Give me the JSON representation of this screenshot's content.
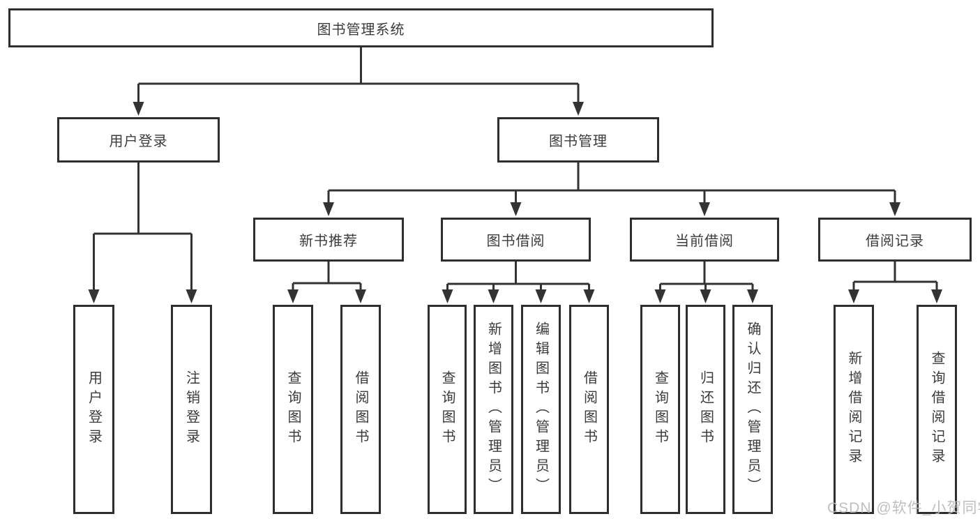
{
  "diagram": {
    "root": "图书管理系统",
    "level2": [
      "用户登录",
      "图书管理"
    ],
    "level3": [
      "新书推荐",
      "图书借阅",
      "当前借阅",
      "借阅记录"
    ],
    "leaves": [
      "用户登录",
      "注销登录",
      "查询图书",
      "借阅图书",
      "查询图书",
      "新增图书（管理员）",
      "编辑图书（管理员）",
      "借阅图书",
      "查询图书",
      "归还图书",
      "确认归还（管理员）",
      "新增借阅记录",
      "查询借阅记录"
    ]
  },
  "watermark": "CSDN @软件_小贺同学",
  "colors": {
    "line": "#333333",
    "border": "#2e2e2e",
    "text": "#3b3b3b",
    "watermark": "#b9b9b9",
    "background": "#ffffff"
  }
}
